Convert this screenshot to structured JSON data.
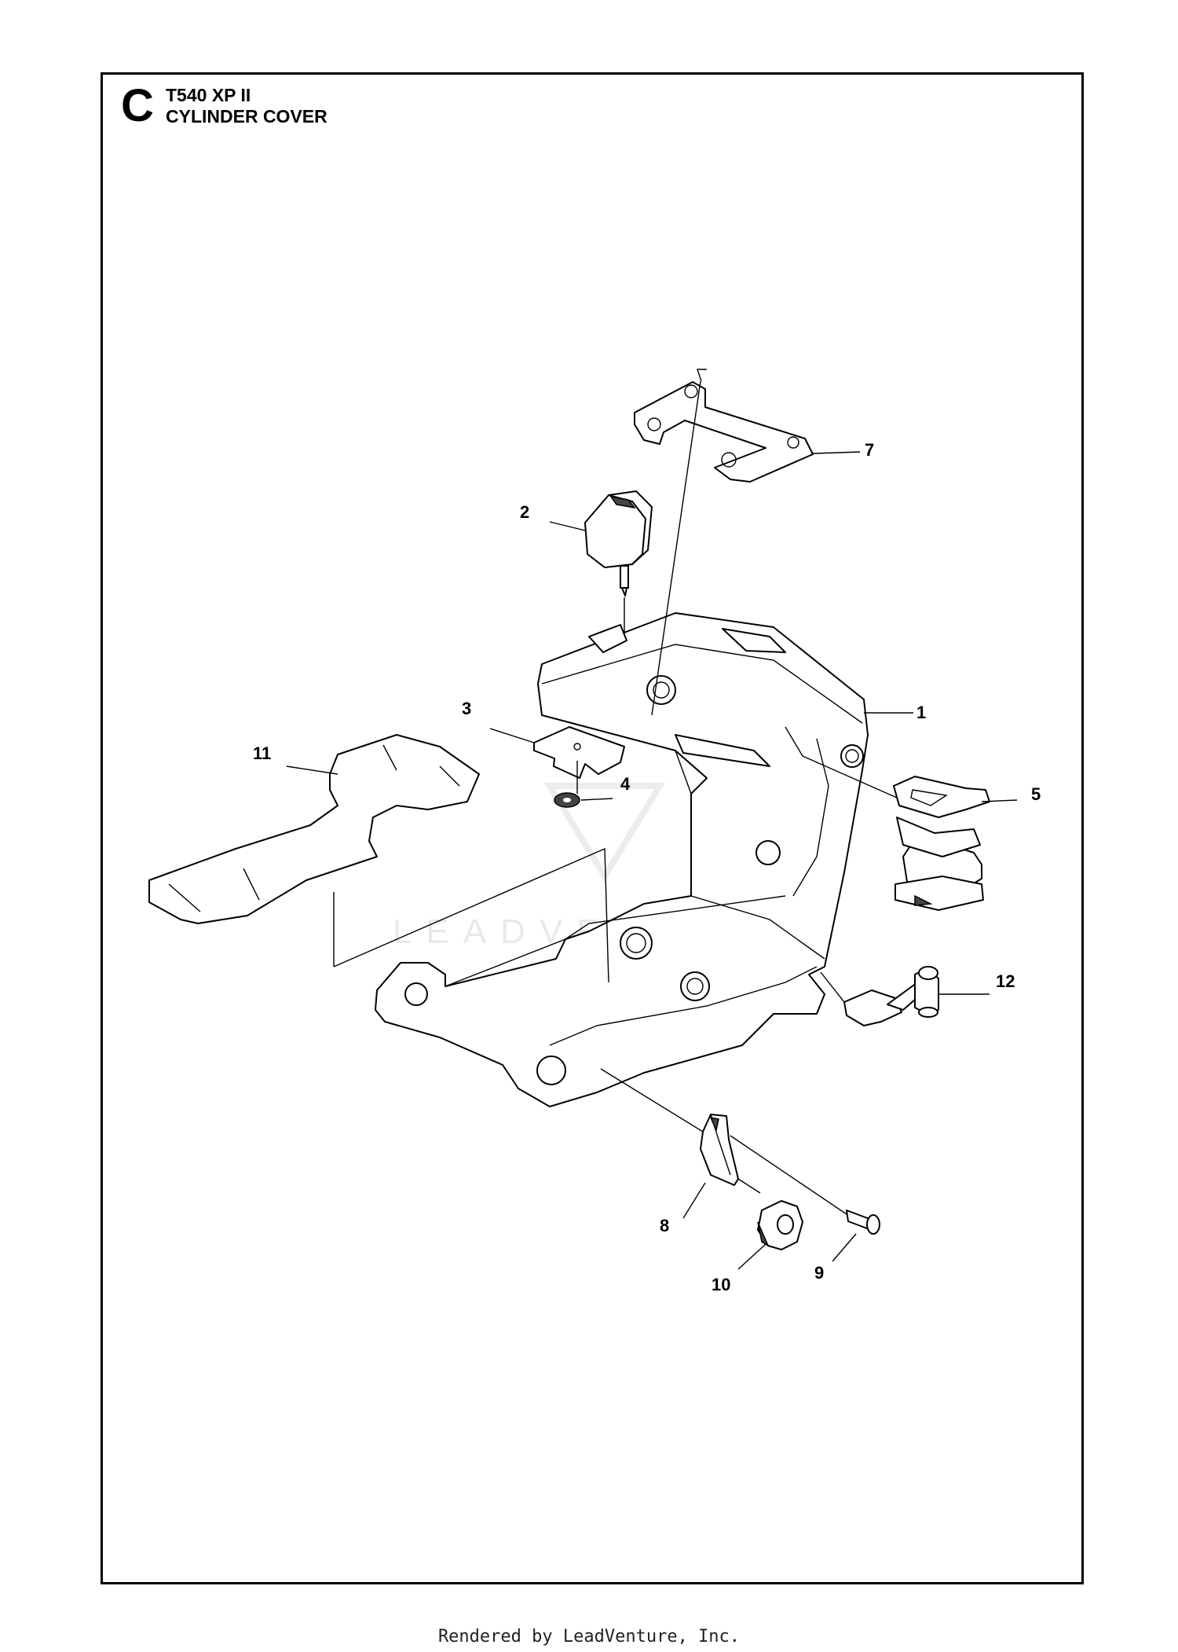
{
  "header": {
    "section_letter": "C",
    "model": "T540 XP II",
    "title": "CYLINDER COVER"
  },
  "callouts": [
    {
      "id": "1",
      "label": "1"
    },
    {
      "id": "2",
      "label": "2"
    },
    {
      "id": "3",
      "label": "3"
    },
    {
      "id": "4",
      "label": "4"
    },
    {
      "id": "5",
      "label": "5"
    },
    {
      "id": "7",
      "label": "7"
    },
    {
      "id": "8",
      "label": "8"
    },
    {
      "id": "9",
      "label": "9"
    },
    {
      "id": "10",
      "label": "10"
    },
    {
      "id": "11",
      "label": "11"
    },
    {
      "id": "12",
      "label": "12"
    }
  ],
  "watermark": "LEADVENTURE",
  "footer": "Rendered by LeadVenture, Inc."
}
